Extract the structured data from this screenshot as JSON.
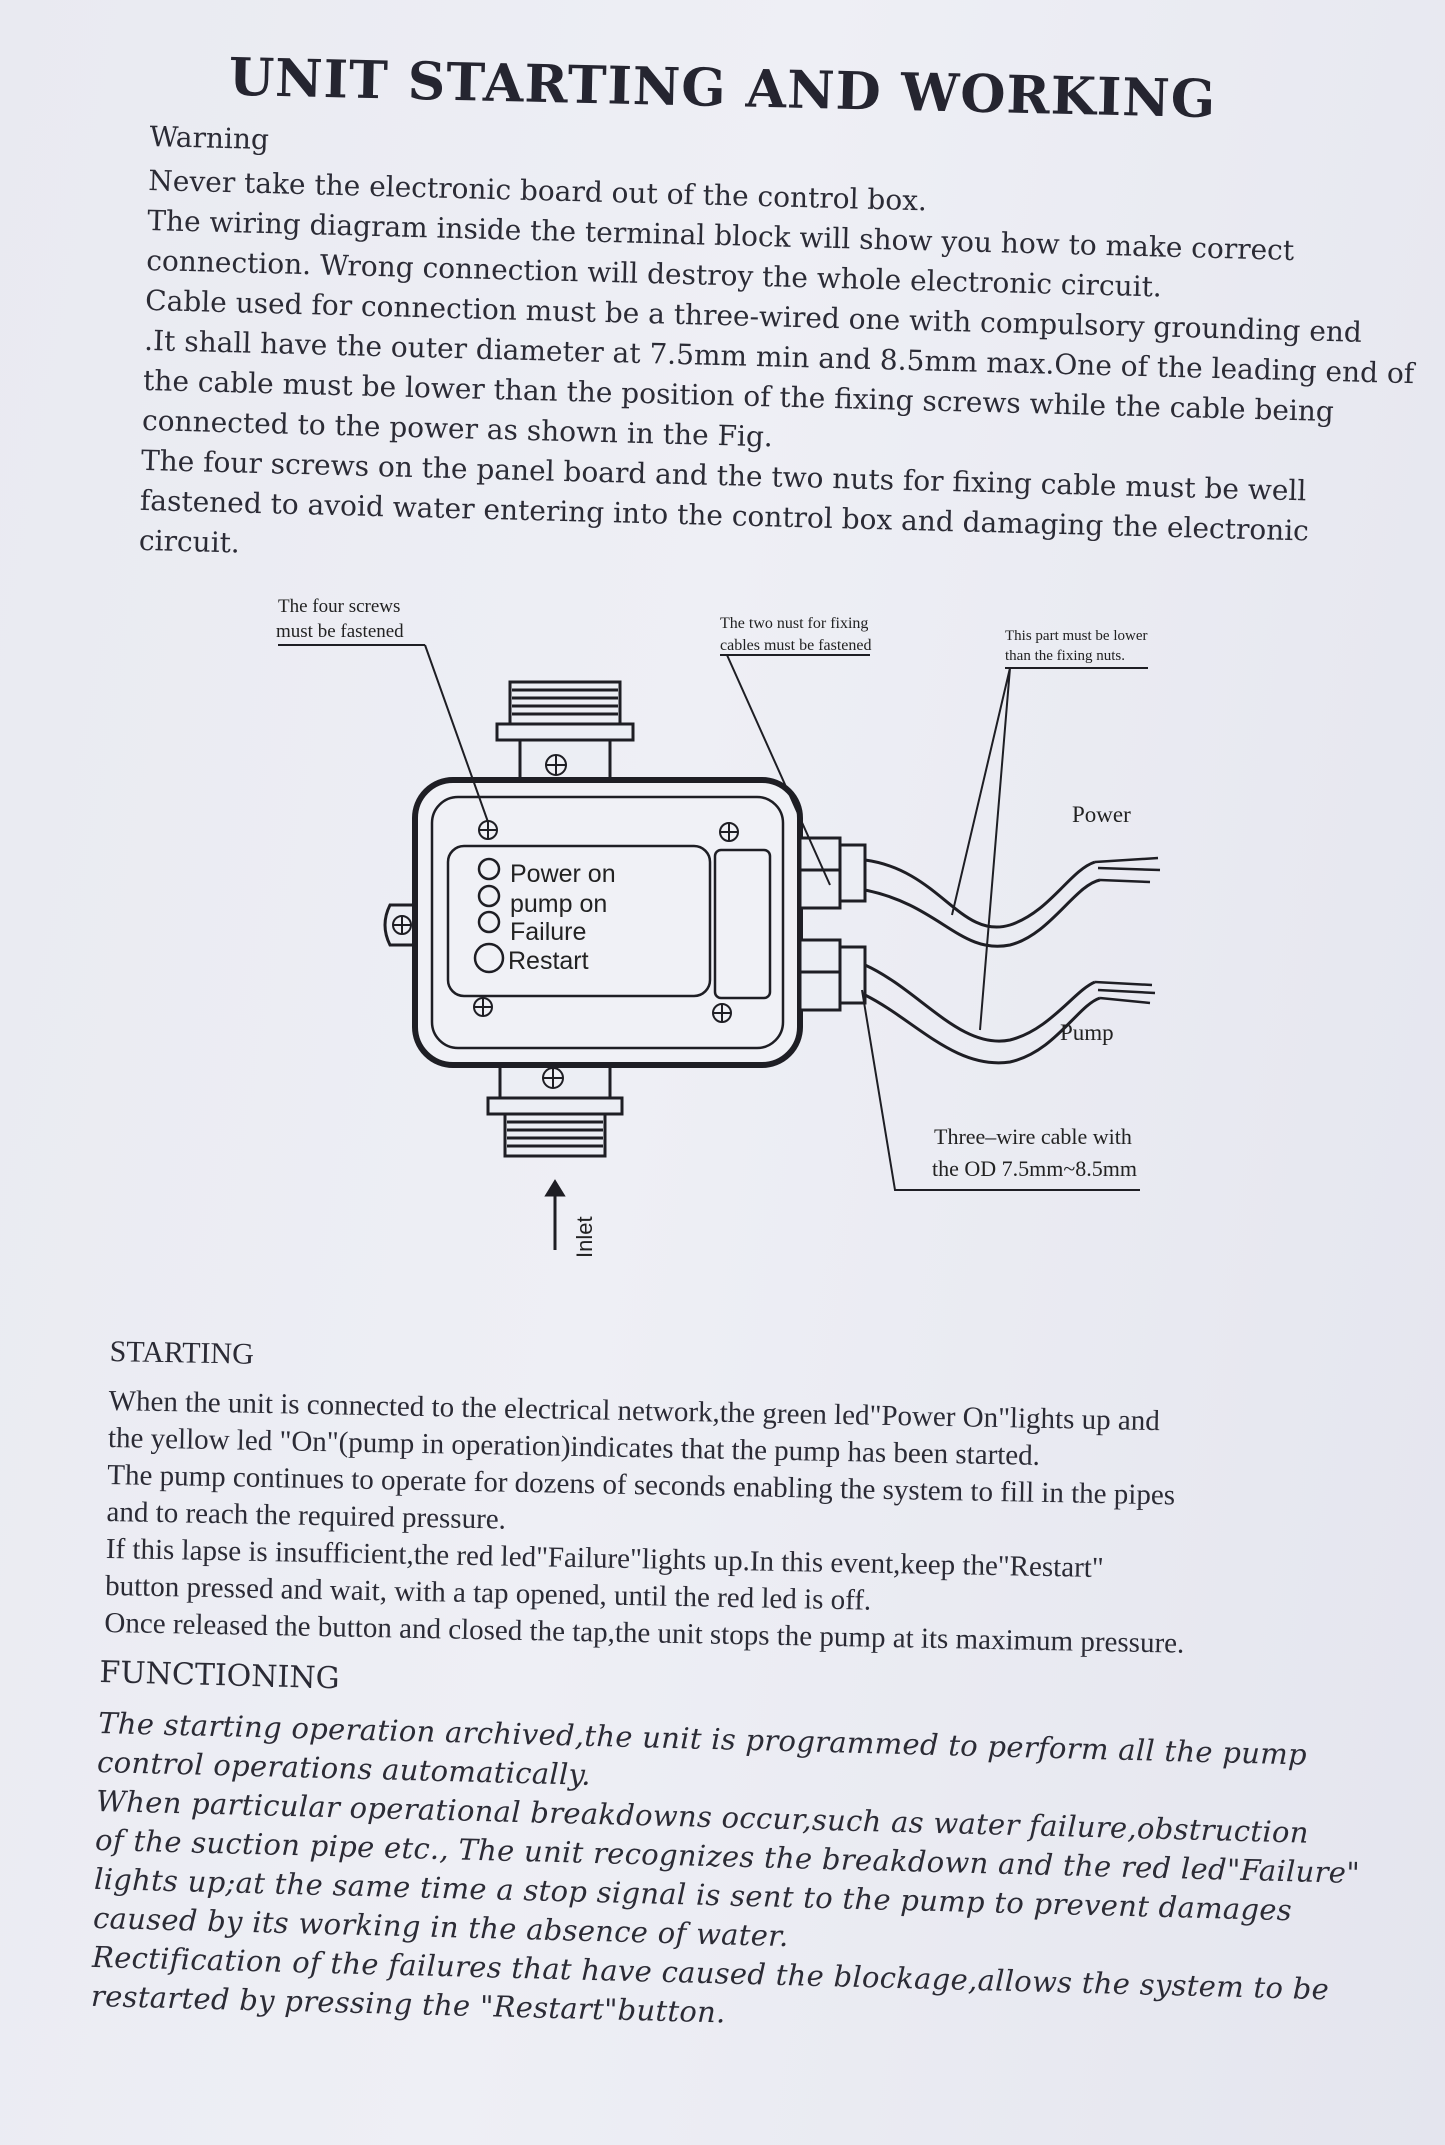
{
  "title": "UNIT STARTING AND WORKING",
  "warning": {
    "heading": "Warning",
    "lines": [
      "Never take the electronic board out of the control box.",
      "The wiring diagram  inside the terminal block will  show you how to make correct",
      "connection. Wrong connection will destroy the  whole electronic circuit.",
      "Cable used for connection must be a three-wired one with compulsory grounding end",
      ".It shall have the outer diameter at 7.5mm min and 8.5mm max.One of the leading end of",
      "the cable must be lower than the position of  the fixing screws  while the cable being",
      "connected to the power as shown in the Fig.",
      "The four screws on the panel board and the two nuts for fixing cable must be well",
      "fastened to avoid water entering into the control box and damaging the electronic",
      "circuit."
    ]
  },
  "diagram": {
    "callout_screws": [
      "The four screws",
      "must be fastened"
    ],
    "callout_nuts": [
      "The two nust for fixing",
      "cables must be fastened"
    ],
    "callout_lower": [
      "This part must be lower",
      "than the fixing nuts."
    ],
    "leds": [
      "Power on",
      "pump on",
      "Failure",
      "Restart"
    ],
    "power_label": "Power",
    "pump_label": "Pump",
    "cable_note": [
      "Three–wire cable with",
      "the OD 7.5mm~8.5mm"
    ],
    "inlet_label": "Inlet"
  },
  "starting": {
    "heading": "STARTING",
    "lines": [
      "When the unit is connected to the electrical network,the green led\"Power On\"lights up and",
      "the yellow led \"On\"(pump in operation)indicates that the pump has been started.",
      "The pump continues to operate for dozens of seconds  enabling the system to fill in the pipes",
      "and to reach the required pressure.",
      "If this lapse is insufficient,the red led\"Failure\"lights up.In this event,keep the\"Restart\"",
      "button pressed and wait, with a tap opened, until the red led is off.",
      "Once released the button and closed the tap,the unit stops the pump at its maximum pressure."
    ]
  },
  "functioning": {
    "heading": "FUNCTIONING",
    "lines": [
      "The starting operation archived,the unit is programmed to perform all the pump",
      "control operations automatically.",
      "When particular operational breakdowns occur,such as water failure,obstruction",
      "of the suction pipe etc., The unit recognizes the breakdown and the red led\"Failure\"",
      "lights up;at the same  time a stop signal is sent to the pump to prevent damages",
      "caused by its working in the absence of water.",
      "Rectification of the failures that have caused the blockage,allows the system to be",
      "restarted by pressing the \"Restart\"button."
    ]
  }
}
